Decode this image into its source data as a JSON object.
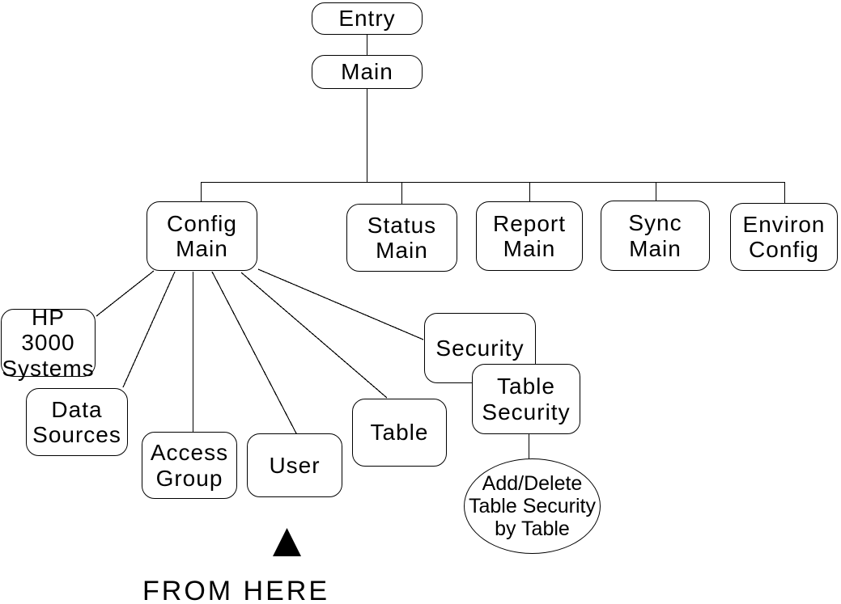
{
  "diagram": {
    "background_color": "#ffffff",
    "line_color": "#000000",
    "marker_color": "#000000",
    "nodes": {
      "entry": {
        "label": "Entry",
        "shape": "rounded-box"
      },
      "main": {
        "label": "Main",
        "shape": "rounded-box"
      },
      "config_main": {
        "label": "Config\nMain",
        "shape": "rounded-box"
      },
      "status_main": {
        "label": "Status\nMain",
        "shape": "rounded-box"
      },
      "report_main": {
        "label": "Report\nMain",
        "shape": "rounded-box"
      },
      "sync_main": {
        "label": "Sync\nMain",
        "shape": "rounded-box"
      },
      "environ_config": {
        "label": "Environ\nConfig",
        "shape": "rounded-box"
      },
      "hp_3000_systems": {
        "label": "HP 3000\nSystems",
        "shape": "rounded-box"
      },
      "data_sources": {
        "label": "Data\nSources",
        "shape": "rounded-box"
      },
      "access_group": {
        "label": "Access\nGroup",
        "shape": "rounded-box"
      },
      "user": {
        "label": "User",
        "shape": "rounded-box"
      },
      "table": {
        "label": "Table",
        "shape": "rounded-box"
      },
      "security": {
        "label": "Security",
        "shape": "rounded-box"
      },
      "table_security": {
        "label": "Table\nSecurity",
        "shape": "rounded-box"
      },
      "add_delete_table_security": {
        "label": "Add/Delete\nTable Security\nby Table",
        "shape": "ellipse"
      }
    },
    "edges": [
      "Entry - Main",
      "Main - Config Main",
      "Main - Status Main",
      "Main - Report Main",
      "Main - Sync Main",
      "Main - Environ Config",
      "Config Main - HP 3000 Systems",
      "Config Main - Data Sources",
      "Config Main - Access Group",
      "Config Main - User",
      "Config Main - Table",
      "Config Main - Security",
      "Security - Table Security",
      "Table Security - Add/Delete Table Security by Table"
    ],
    "annotation": {
      "label": "FROM HERE",
      "marker": "up-triangle-icon"
    }
  }
}
